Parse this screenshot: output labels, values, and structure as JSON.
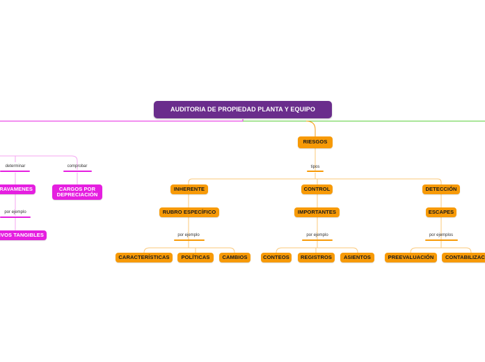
{
  "root": {
    "label": "AUDITORIA DE PROPIEDAD PLANTA Y EQUIPO"
  },
  "colors": {
    "root": "#6a2d8c",
    "orange_branch": "#f79a07",
    "magenta_branch": "#e51fe0",
    "green_branch": "#55cc33"
  },
  "riesgos": {
    "label": "RIESGOS",
    "link": "tipos",
    "types": [
      {
        "label": "INHERENTE",
        "child": "RUBRO ESPECÍFICO",
        "link": "por ejemplo",
        "examples": [
          "CARACTERÍSTICAS",
          "POLÍTICAS",
          "CAMBIOS"
        ]
      },
      {
        "label": "CONTROL",
        "child": "IMPORTANTES",
        "link": "por ejemplo",
        "examples": [
          "CONTEOS",
          "REGISTROS",
          "ASIENTOS"
        ]
      },
      {
        "label": "DETECCIÓN",
        "child": "ESCAPES",
        "link": "por ejemplos",
        "examples": [
          "PREEVALUACIÓN",
          "CONTABILIZACIÓN"
        ]
      }
    ]
  },
  "left_branch": {
    "determinar": {
      "link": "determinar",
      "node": "GRAVAMENES",
      "sublink": "por ejemplo",
      "subnode": "ACTIVOS TANGIBLES"
    },
    "comprobar": {
      "link": "comprobar",
      "node": "CARGOS POR DEPRECIACIÓN"
    }
  }
}
